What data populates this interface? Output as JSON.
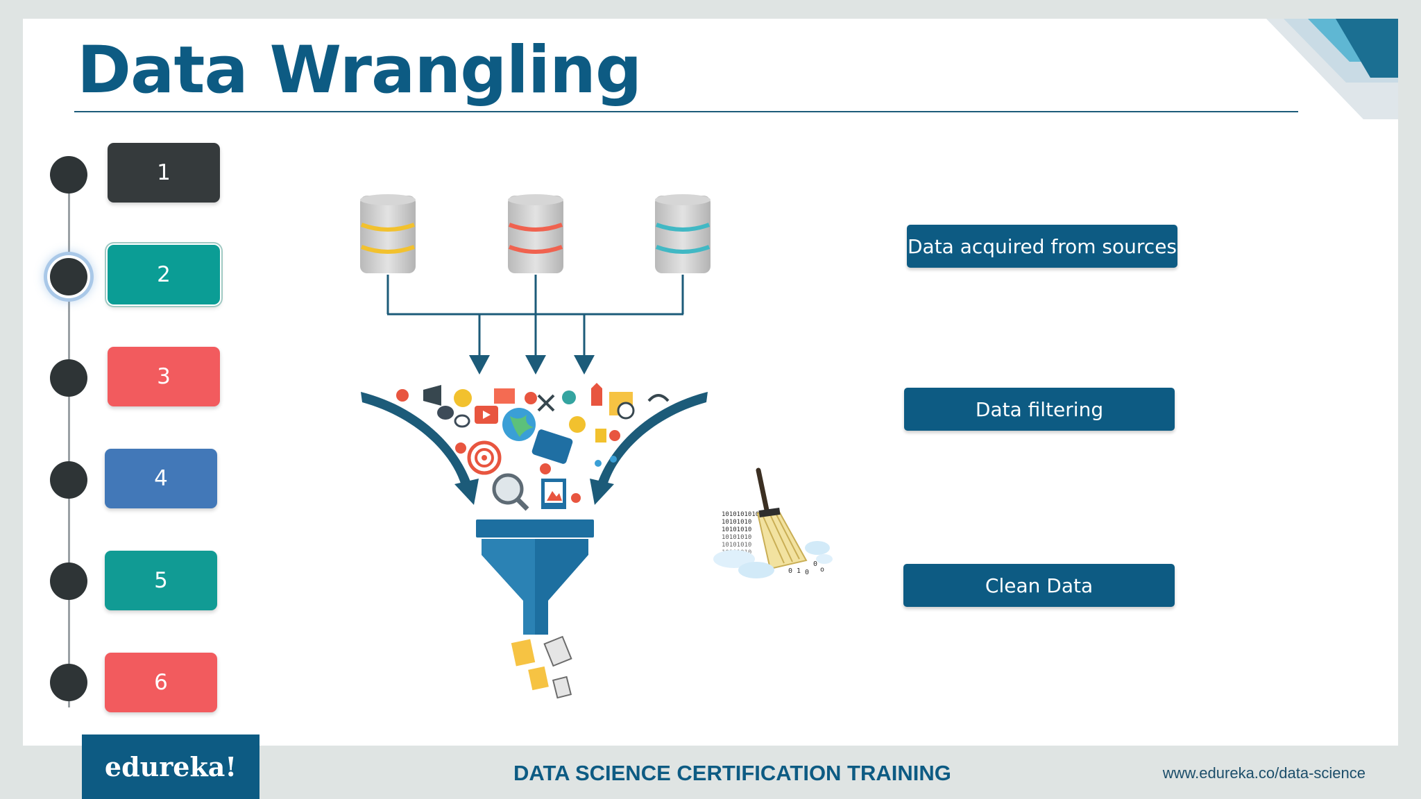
{
  "title": "Data Wrangling",
  "steps": [
    {
      "label": "1",
      "color": "#353a3c"
    },
    {
      "label": "2",
      "color": "#0b9d95"
    },
    {
      "label": "3",
      "color": "#f25b5e"
    },
    {
      "label": "4",
      "color": "#4278b8"
    },
    {
      "label": "5",
      "color": "#119b94"
    },
    {
      "label": "6",
      "color": "#f25b5e"
    }
  ],
  "active_step": "2",
  "stages": [
    {
      "label": "Data acquired from sources"
    },
    {
      "label": "Data filtering"
    },
    {
      "label": "Clean Data"
    }
  ],
  "database_ring_colors": [
    "#f2c12e",
    "#f0624f",
    "#41b8c4"
  ],
  "binary_text": [
    "1010101010",
    "10101010",
    "10101010",
    "10101010",
    "10101010",
    "10101010",
    "10101010"
  ],
  "footer": {
    "logo": "edureka!",
    "course": "DATA SCIENCE CERTIFICATION TRAINING",
    "url": "www.edureka.co/data-science"
  },
  "colors": {
    "brand": "#0d5b83",
    "dot": "#2e3436"
  }
}
